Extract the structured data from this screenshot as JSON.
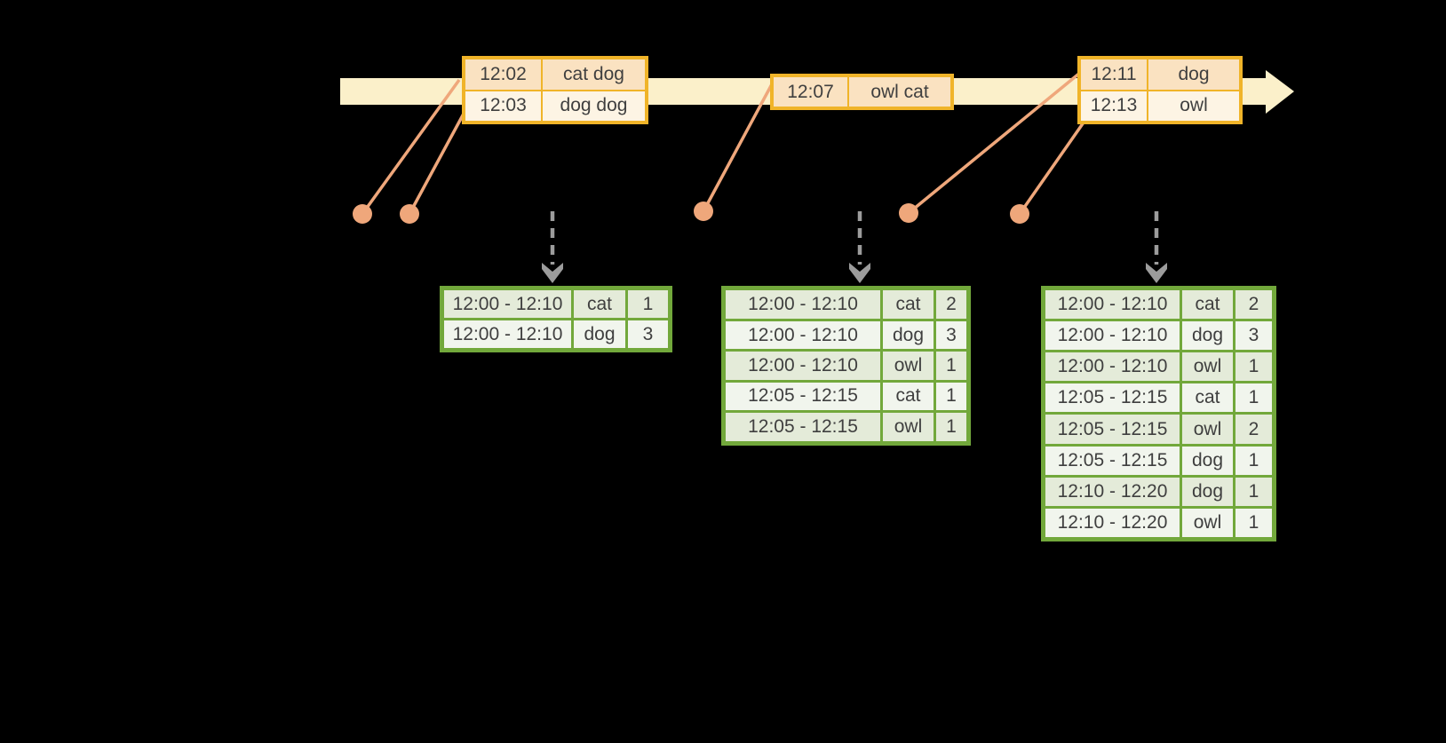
{
  "colors": {
    "background": "#000000",
    "timeline_fill": "#FBF0CA",
    "event_border": "#F0B429",
    "event_row_dark": "#FAE2C1",
    "event_row_light": "#FDF4E4",
    "marker": "#EFA77B",
    "trigger_arrow": "#9C9C9C",
    "result_border": "#72A83B",
    "result_row_dark": "#E4EBD9",
    "result_row_light": "#F1F5ED",
    "text": "#3F3F3F"
  },
  "event_tables": [
    {
      "rows": [
        {
          "time": "12:02",
          "words": "cat dog"
        },
        {
          "time": "12:03",
          "words": "dog dog"
        }
      ]
    },
    {
      "rows": [
        {
          "time": "12:07",
          "words": "owl cat"
        }
      ]
    },
    {
      "rows": [
        {
          "time": "12:11",
          "words": "dog"
        },
        {
          "time": "12:13",
          "words": "owl"
        }
      ]
    }
  ],
  "result_tables": [
    {
      "rows": [
        {
          "window": "12:00 - 12:10",
          "word": "cat",
          "count": "1"
        },
        {
          "window": "12:00 - 12:10",
          "word": "dog",
          "count": "3"
        }
      ]
    },
    {
      "rows": [
        {
          "window": "12:00 - 12:10",
          "word": "cat",
          "count": "2"
        },
        {
          "window": "12:00 - 12:10",
          "word": "dog",
          "count": "3"
        },
        {
          "window": "12:00 - 12:10",
          "word": "owl",
          "count": "1"
        },
        {
          "window": "12:05 - 12:15",
          "word": "cat",
          "count": "1"
        },
        {
          "window": "12:05 - 12:15",
          "word": "owl",
          "count": "1"
        }
      ]
    },
    {
      "rows": [
        {
          "window": "12:00 - 12:10",
          "word": "cat",
          "count": "2"
        },
        {
          "window": "12:00 - 12:10",
          "word": "dog",
          "count": "3"
        },
        {
          "window": "12:00 - 12:10",
          "word": "owl",
          "count": "1"
        },
        {
          "window": "12:05 - 12:15",
          "word": "cat",
          "count": "1"
        },
        {
          "window": "12:05 - 12:15",
          "word": "owl",
          "count": "2"
        },
        {
          "window": "12:05 - 12:15",
          "word": "dog",
          "count": "1"
        },
        {
          "window": "12:10 - 12:20",
          "word": "dog",
          "count": "1"
        },
        {
          "window": "12:10 - 12:20",
          "word": "owl",
          "count": "1"
        }
      ]
    }
  ]
}
